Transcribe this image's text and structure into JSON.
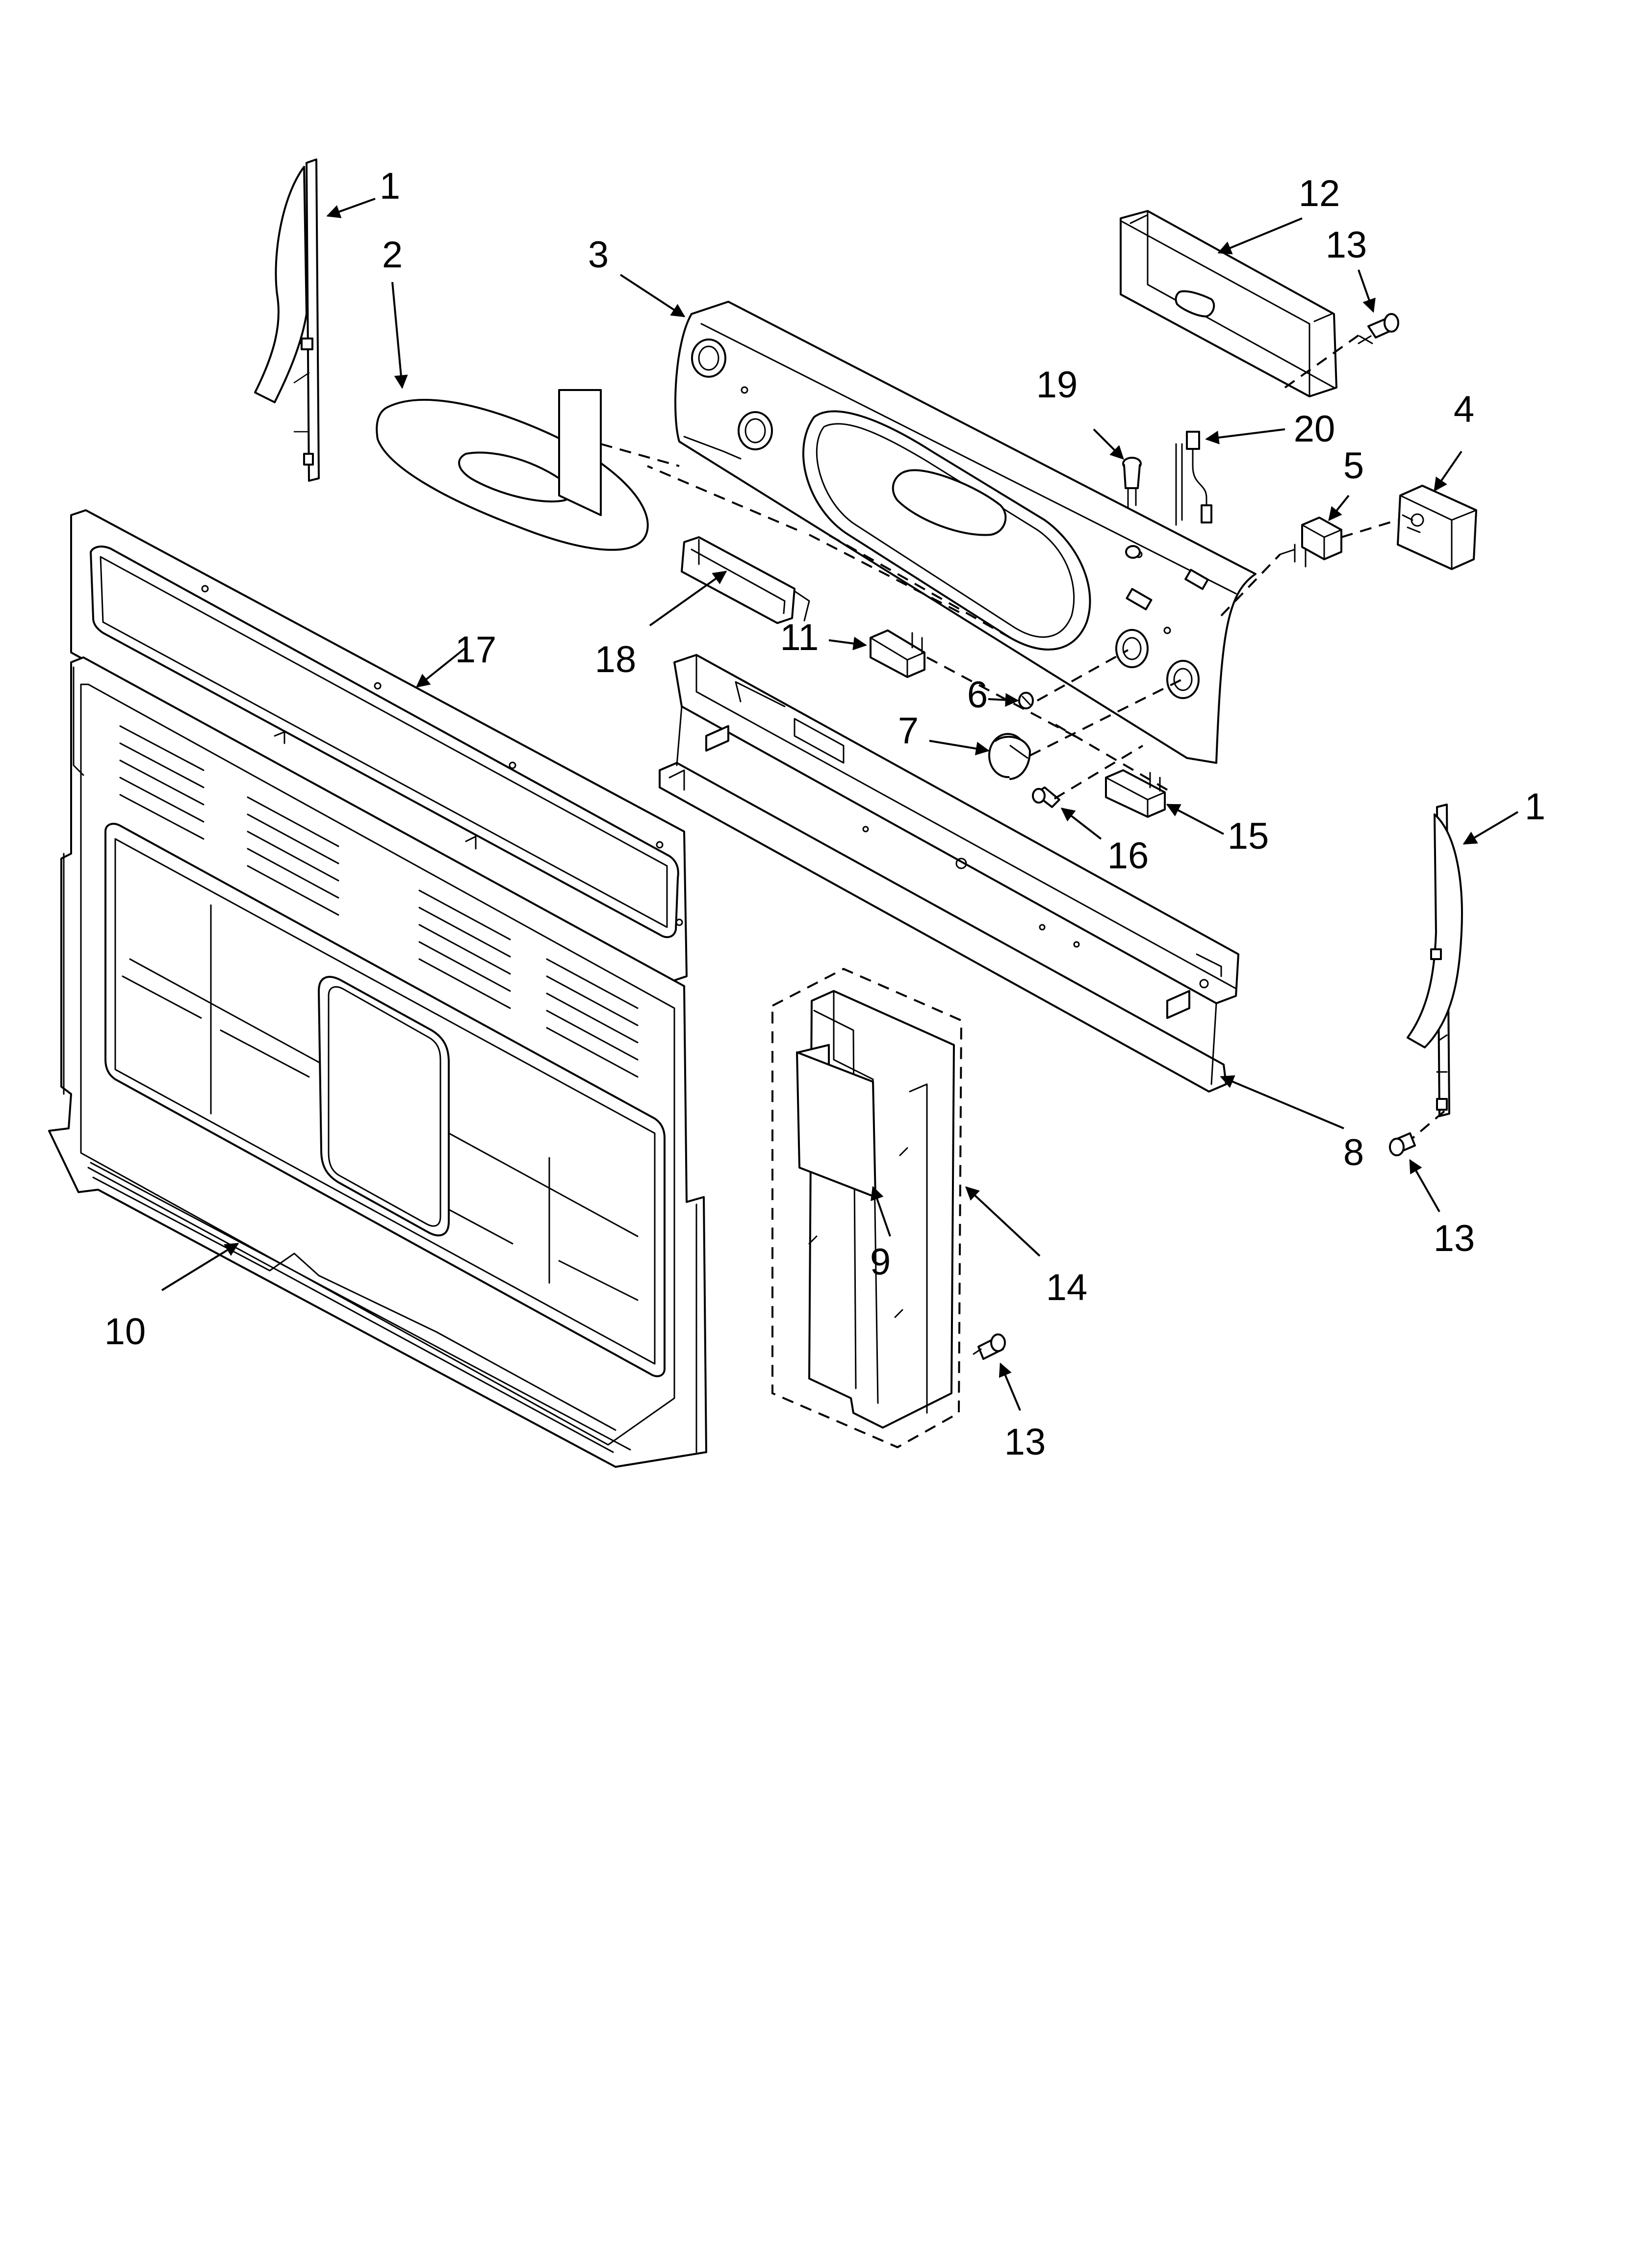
{
  "callouts": [
    {
      "id": "c1a",
      "label": "1"
    },
    {
      "id": "c1b",
      "label": "1"
    },
    {
      "id": "c2",
      "label": "2"
    },
    {
      "id": "c3",
      "label": "3"
    },
    {
      "id": "c4",
      "label": "4"
    },
    {
      "id": "c5",
      "label": "5"
    },
    {
      "id": "c6",
      "label": "6"
    },
    {
      "id": "c7",
      "label": "7"
    },
    {
      "id": "c8",
      "label": "8"
    },
    {
      "id": "c9",
      "label": "9"
    },
    {
      "id": "c10",
      "label": "10"
    },
    {
      "id": "c11",
      "label": "11"
    },
    {
      "id": "c12",
      "label": "12"
    },
    {
      "id": "c13a",
      "label": "13"
    },
    {
      "id": "c13b",
      "label": "13"
    },
    {
      "id": "c13c",
      "label": "13"
    },
    {
      "id": "c14",
      "label": "14"
    },
    {
      "id": "c15",
      "label": "15"
    },
    {
      "id": "c16",
      "label": "16"
    },
    {
      "id": "c17",
      "label": "17"
    },
    {
      "id": "c18",
      "label": "18"
    },
    {
      "id": "c19",
      "label": "19"
    },
    {
      "id": "c20",
      "label": "20"
    }
  ]
}
